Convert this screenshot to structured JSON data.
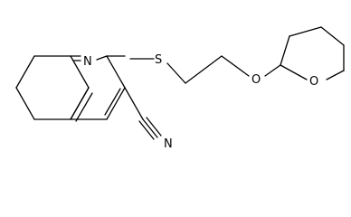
{
  "diagram": {
    "type": "chemical-structure",
    "atoms": {
      "n_ring": "N",
      "s_thioether": "S",
      "o_ether": "O",
      "o_ring": "O",
      "n_nitrile": "N"
    },
    "colors": {
      "bond": "#000000",
      "label": "#000000",
      "background": "#ffffff"
    }
  }
}
